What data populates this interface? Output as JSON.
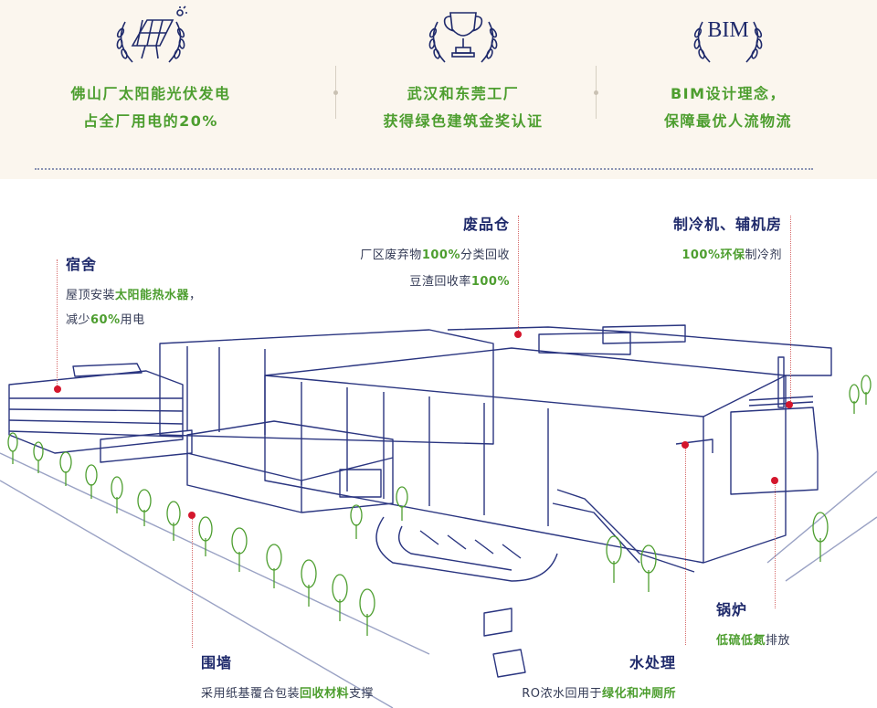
{
  "awards": [
    {
      "icon": "solar-panel-laurel-icon",
      "line1": "佛山厂太阳能光伏发电",
      "line2": "占全厂用电的20%"
    },
    {
      "icon": "trophy-laurel-icon",
      "line1": "武汉和东莞工厂",
      "line2": "获得绿色建筑金奖认证"
    },
    {
      "icon": "bim-laurel-icon",
      "badge": "BIM",
      "line1": "BIM设计理念，",
      "line2": "保障最优人流物流"
    }
  ],
  "callouts": {
    "dorm": {
      "title": "宿舍",
      "l1a": "屋顶安装",
      "l1b": "太阳能热水器",
      "l1c": "，",
      "l2a": "减少",
      "l2b": "60%",
      "l2c": "用电"
    },
    "waste": {
      "title": "废品仓",
      "l1a": "厂区废弃物",
      "l1b": "100%",
      "l1c": "分类回收",
      "l2a": "豆渣回收率",
      "l2b": "100%"
    },
    "chiller": {
      "title": "制冷机、辅机房",
      "l1a": "100%环保",
      "l1b": "制冷剂"
    },
    "boiler": {
      "title": "锅炉",
      "l1a": "低硫低氮",
      "l1b": "排放"
    },
    "wall": {
      "title": "围墙",
      "l1a": "采用纸基覆合包装",
      "l1b": "回收材料",
      "l1c": "支撑"
    },
    "water": {
      "title": "水处理",
      "l1a": "RO浓水回用于",
      "l1b": "绿化和冲厕所"
    }
  },
  "colors": {
    "navy": "#1f2a6b",
    "green": "#4d9e2f",
    "marker_red": "#d4162c",
    "banner_bg": "#fbf6ee"
  }
}
